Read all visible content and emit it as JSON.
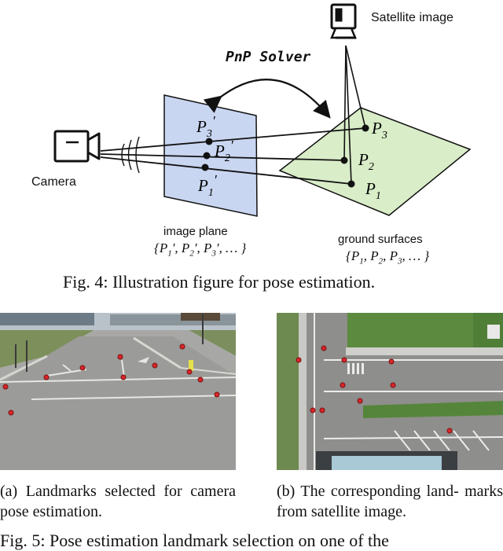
{
  "figure4": {
    "solver_label": "PnP Solver",
    "satellite_label": "Satellite image",
    "camera_label": "Camera",
    "image_plane_label": "image plane",
    "image_plane_set": "{P′1, P′2, P′3, … }",
    "ground_label": "ground surfaces",
    "ground_set": "{P1, P2, P3, … }",
    "points_image": [
      "P3′",
      "P2′",
      "P1′"
    ],
    "points_ground": [
      "P3",
      "P2",
      "P1"
    ],
    "caption": "Fig. 4: Illustration figure for pose estimation."
  },
  "figure5": {
    "subcaption_a": "(a)  Landmarks  selected  for camera pose estimation.",
    "subcaption_b": "(b) The corresponding land- marks from satellite image.",
    "caption": "Fig. 5: Pose estimation landmark selection on one of the"
  },
  "colors": {
    "image_plane_fill": "#c9d6f1",
    "ground_fill": "#d9edc8",
    "marker": "#d8262a"
  }
}
